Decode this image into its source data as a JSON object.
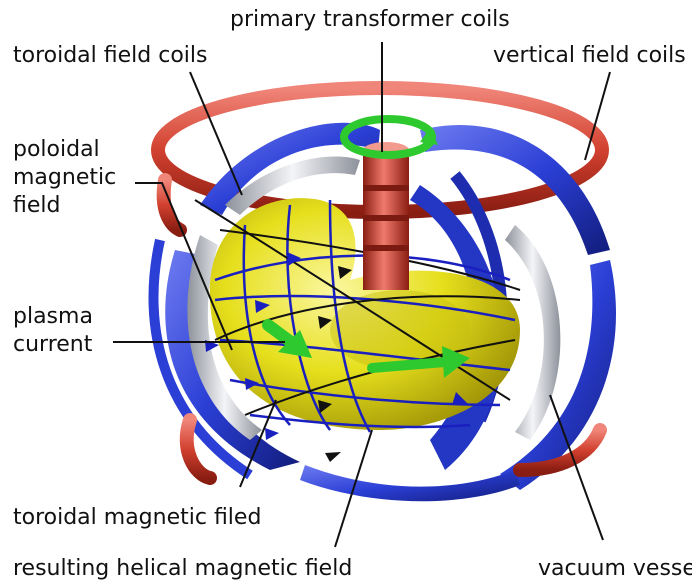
{
  "labels": {
    "primary_transformer_coils": "primary transformer coils",
    "toroidal_field_coils": "toroidal field coils",
    "vertical_field_coils": "vertical field coils",
    "poloidal_magnetic_field": [
      "poloidal",
      "magnetic",
      "field"
    ],
    "plasma_current": [
      "plasma",
      "current"
    ],
    "toroidal_magnetic_filed": "toroidal magnetic filed",
    "resulting_helical_magnetic_field": "resulting helical magnetic field",
    "vacuum_vessel": "vacuum vessel"
  },
  "colors": {
    "coil_blue": "#2b3fd6",
    "coil_red": "#d2412f",
    "plasma_yellow": "#e6df1c",
    "arrow_green": "#2ec92e",
    "vessel_grey": "#c9ccd4"
  }
}
